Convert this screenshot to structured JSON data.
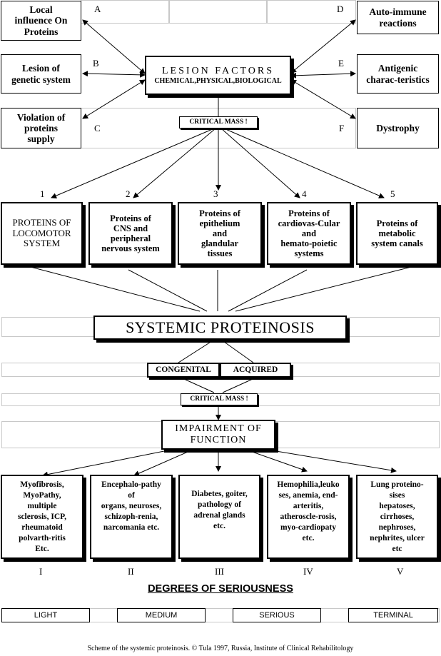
{
  "lesion": {
    "title": "LESION  FACTORS",
    "subtitle": "CHEMICAL,PHYSICAL,BIOLOGICAL"
  },
  "left_boxes": [
    {
      "label": "Local\ninfluence On\nProteins",
      "letter": "A"
    },
    {
      "label": "Lesion of\ngenetic system",
      "letter": "B"
    },
    {
      "label": "Violation of\nproteins\nsupply",
      "letter": "C"
    }
  ],
  "right_boxes": [
    {
      "label": "Auto-immune\nreactions",
      "letter": "D"
    },
    {
      "label": "Antigenic\ncharac-teristics",
      "letter": "E"
    },
    {
      "label": "Dystrophy",
      "letter": "F"
    }
  ],
  "critical_mass": "CRITICAL MASS !",
  "proteins": [
    {
      "num": "1",
      "label": "PROTEINS OF\nLOCOMOTOR\nSYSTEM"
    },
    {
      "num": "2",
      "label": "Proteins of\nCNS and\nperipheral\nnervous system"
    },
    {
      "num": "3",
      "label": "Proteins of\nepithelium\nand\nglandular\ntissues"
    },
    {
      "num": "4",
      "label": "Proteins of\ncardiovas-Cular\nand\nhemato-poietic\nsystems"
    },
    {
      "num": "5",
      "label": "Proteins of\nmetabolic\nsystem canals"
    }
  ],
  "systemic": "SYSTEMIC PROTEINOSIS",
  "congenital": "CONGENITAL",
  "acquired": "ACQUIRED",
  "impairment": "IMPAIRMENT  OF\nFUNCTION",
  "diseases": [
    {
      "roman": "I",
      "label": "Myofibrosis,\nMyoPathy,\nmultiple\nsclerosis, ICP,\nrheumatoid\npolvarth-ritis\nEtc."
    },
    {
      "roman": "II",
      "label": "Encephalo-pathy\nof\norgans, neuroses,\nschizoph-renia,\nnarcomania  etc."
    },
    {
      "roman": "III",
      "label": "Diabetes, goiter,\npathology of\nadrenal glands\netc."
    },
    {
      "roman": "IV",
      "label": "Hemophilia,leuko\nses, anemia, end-\narteritis,\natheroscle-rosis,\nmyo-cardiopaty\netc."
    },
    {
      "roman": "V",
      "label": "Lung proteino-\nsises\nhepatoses,\ncirrhoses,\nnephroses,\nnephrites, ulcer\netc"
    }
  ],
  "degrees_title": "DEGREES  OF  SERIOUSNESS",
  "degrees": [
    "LIGHT",
    "MEDIUM",
    "SERIOUS",
    "TERMINAL"
  ],
  "caption": "Scheme of the systemic proteinosis. © Tula 1997,  Russia, Institute of Clinical Rehabilitology"
}
